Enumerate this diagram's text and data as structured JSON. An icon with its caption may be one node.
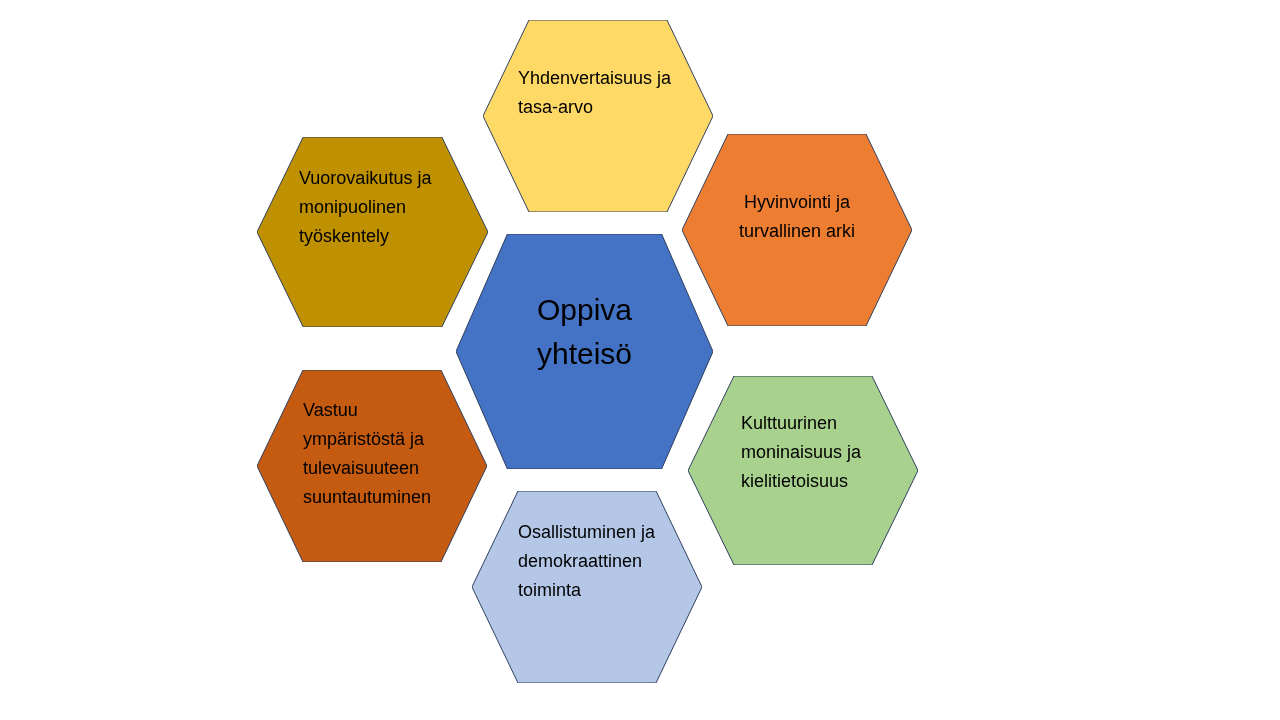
{
  "diagram": {
    "nodes": [
      {
        "text": [
          "Yhdenvertaisuus ja tasa-arvo"
        ]
      },
      {
        "text": [
          "Vuorovaikutus ja monipuolinen työskentely"
        ]
      },
      {
        "text": [
          "Hyvinvointi ja turvallinen arki"
        ]
      },
      {
        "text": [
          "Oppiva yhteisö"
        ]
      },
      {
        "text": [
          "Vastuu ympäristöstä ja tulevaisuuteen suuntautuminen"
        ]
      },
      {
        "text": [
          "Kulttuurinen moninaisuus ja kielitietoisuus"
        ]
      },
      {
        "text": [
          "Osallistuminen ja demokraattinen toiminta"
        ]
      }
    ],
    "edges": []
  }
}
